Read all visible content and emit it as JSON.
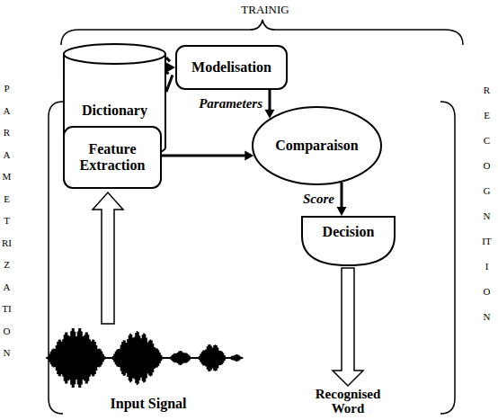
{
  "diagram": {
    "nodes": [
      {
        "text": [
          "Dictionary"
        ]
      },
      {
        "text": [
          "Modelisation"
        ]
      },
      {
        "text": [
          "Feature Extraction"
        ]
      },
      {
        "text": [
          "Comparaison"
        ]
      },
      {
        "text": [
          "Decision"
        ]
      }
    ],
    "edges": [
      {
        "from": 0,
        "to": 1,
        "arrow": "to"
      },
      {
        "from": 1,
        "to": 3,
        "label": "Parameters",
        "arrow": "to"
      },
      {
        "from": 2,
        "to": 3,
        "arrow": "to"
      },
      {
        "from": 3,
        "to": 4,
        "label": "Score",
        "arrow": "to"
      }
    ],
    "labels": [
      "TRAINIG",
      "PARAMETRIZATION",
      "RECOGNITION",
      "Input Signal",
      "Recognised Word"
    ]
  }
}
